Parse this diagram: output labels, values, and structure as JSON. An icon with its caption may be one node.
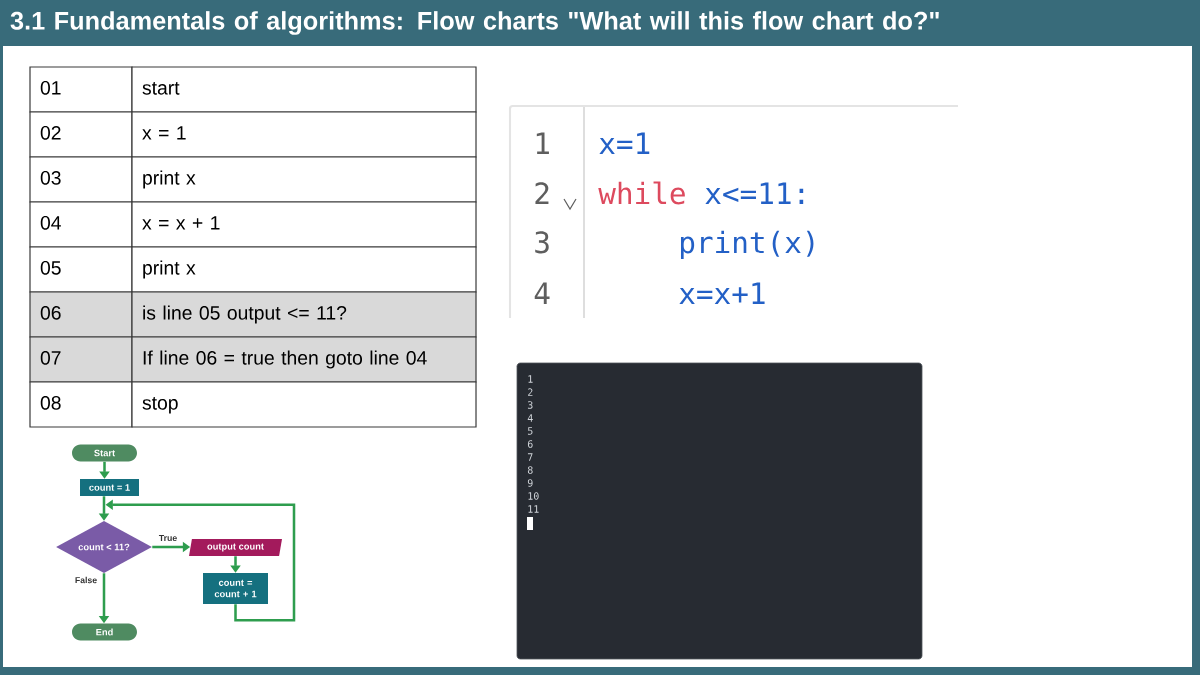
{
  "diagram": {
    "title": "3.1 Fundamentals of algorithms: Flow charts \"What will this flow chart do?\"",
    "nodes": [
      {
        "text": [
          "Start"
        ]
      },
      {
        "text": [
          "count = 1"
        ]
      },
      {
        "text": [
          "count < 11?"
        ]
      },
      {
        "text": [
          "output count"
        ]
      },
      {
        "text": [
          "count = count + 1"
        ]
      },
      {
        "text": [
          "End"
        ]
      }
    ],
    "edges": [
      {
        "from": 0,
        "to": 1,
        "arrow": "to"
      },
      {
        "from": 1,
        "to": 2,
        "arrow": "to"
      },
      {
        "from": 2,
        "to": 3,
        "arrow": "to",
        "label": "True"
      },
      {
        "from": 3,
        "to": 4,
        "arrow": "to"
      },
      {
        "from": 4,
        "to": 2,
        "arrow": "to"
      },
      {
        "from": 2,
        "to": 5,
        "arrow": "to",
        "label": "False"
      }
    ],
    "labels": [
      "01",
      "start",
      "02",
      "x = 1",
      "03",
      "print x",
      "04",
      "x = x + 1",
      "05",
      "print x",
      "06",
      "is line 05 output <= 11?",
      "07",
      "If line 06 = true then goto line 04",
      "08",
      "stop",
      "1",
      "x=1",
      "2",
      "while",
      "x<=11:",
      "3",
      "print(x)",
      "4",
      "x=x+1",
      "1",
      "2",
      "3",
      "4",
      "5",
      "6",
      "7",
      "8",
      "9",
      "10",
      "11"
    ]
  }
}
